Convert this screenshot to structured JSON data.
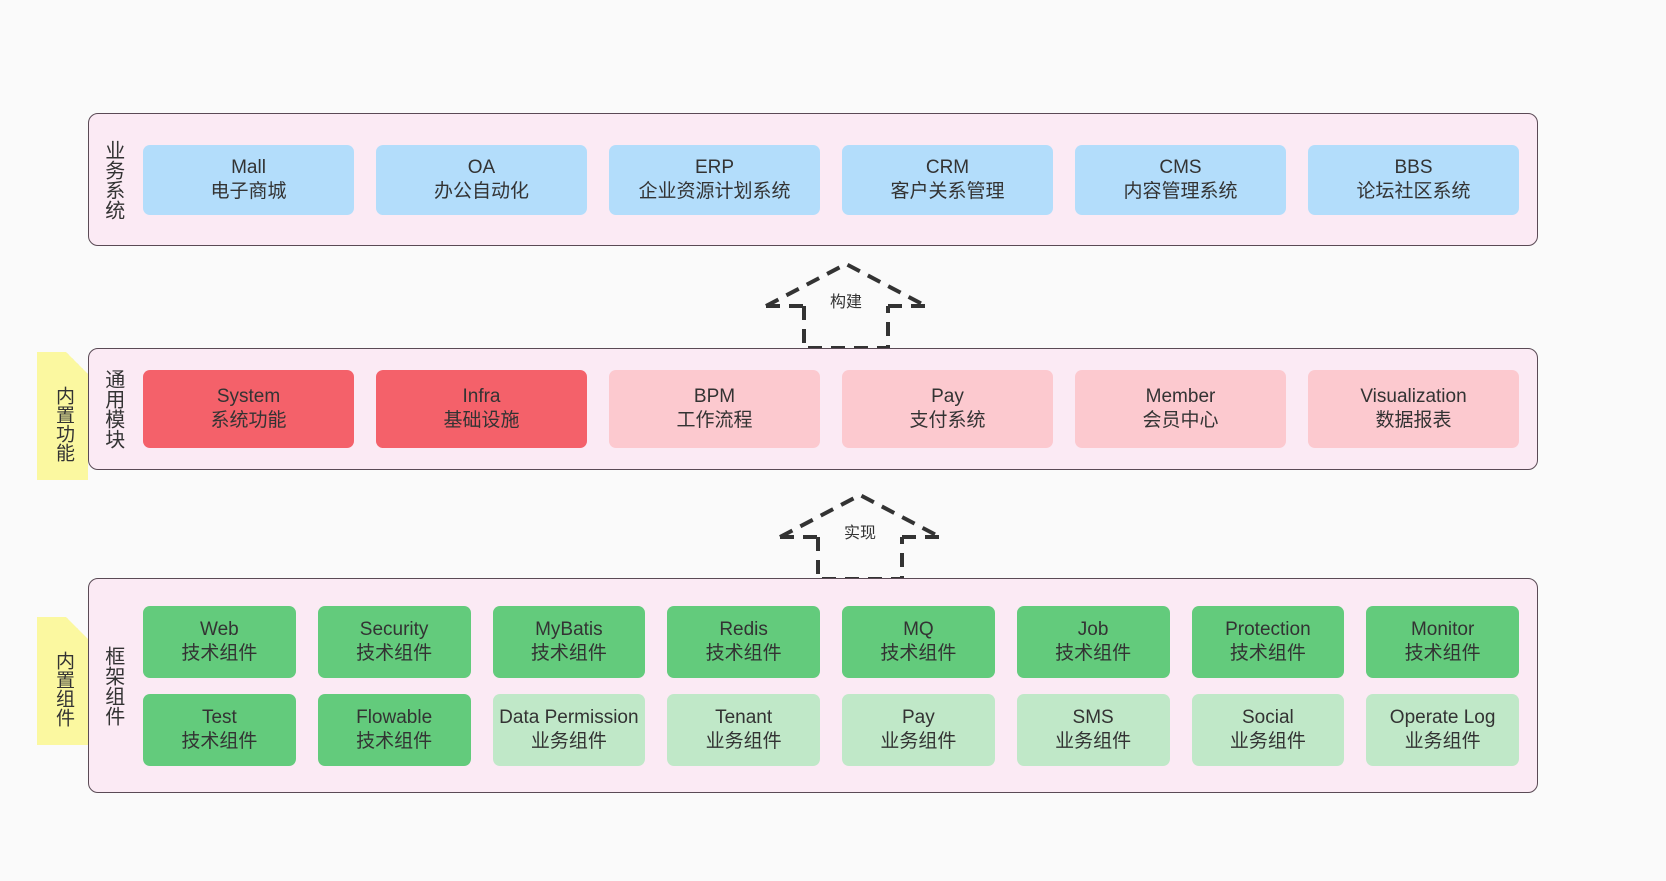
{
  "diagram": {
    "background_color": "#fafafa",
    "layer_fill": "#fbeaf4",
    "layer_border": "#5a4a55",
    "note_fill": "#fbf8a0",
    "colors": {
      "business": "#b3ddfb",
      "module_active": "#f4616a",
      "module_plain": "#fcc9cf",
      "tech_component": "#63cb7c",
      "biz_component": "#c0e8c8"
    }
  },
  "layers": [
    {
      "id": "business",
      "title": "业务系统",
      "rows": [
        {
          "cells": [
            {
              "name": "Mall",
              "desc": "电子商城",
              "style": "c-blue"
            },
            {
              "name": "OA",
              "desc": "办公自动化",
              "style": "c-blue"
            },
            {
              "name": "ERP",
              "desc": "企业资源计划系统",
              "style": "c-blue"
            },
            {
              "name": "CRM",
              "desc": "客户关系管理",
              "style": "c-blue"
            },
            {
              "name": "CMS",
              "desc": "内容管理系统",
              "style": "c-blue"
            },
            {
              "name": "BBS",
              "desc": "论坛社区系统",
              "style": "c-blue"
            }
          ]
        }
      ]
    },
    {
      "id": "modules",
      "title": "通用模块",
      "rows": [
        {
          "cells": [
            {
              "name": "System",
              "desc": "系统功能",
              "style": "c-red"
            },
            {
              "name": "Infra",
              "desc": "基础设施",
              "style": "c-red"
            },
            {
              "name": "BPM",
              "desc": "工作流程",
              "style": "c-pink"
            },
            {
              "name": "Pay",
              "desc": "支付系统",
              "style": "c-pink"
            },
            {
              "name": "Member",
              "desc": "会员中心",
              "style": "c-pink"
            },
            {
              "name": "Visualization",
              "desc": "数据报表",
              "style": "c-pink"
            }
          ]
        }
      ]
    },
    {
      "id": "frame",
      "title": "框架组件",
      "rows": [
        {
          "cells": [
            {
              "name": "Web",
              "desc": "技术组件",
              "style": "c-green"
            },
            {
              "name": "Security",
              "desc": "技术组件",
              "style": "c-green"
            },
            {
              "name": "MyBatis",
              "desc": "技术组件",
              "style": "c-green"
            },
            {
              "name": "Redis",
              "desc": "技术组件",
              "style": "c-green"
            },
            {
              "name": "MQ",
              "desc": "技术组件",
              "style": "c-green"
            },
            {
              "name": "Job",
              "desc": "技术组件",
              "style": "c-green"
            },
            {
              "name": "Protection",
              "desc": "技术组件",
              "style": "c-green"
            },
            {
              "name": "Monitor",
              "desc": "技术组件",
              "style": "c-green"
            }
          ]
        },
        {
          "cells": [
            {
              "name": "Test",
              "desc": "技术组件",
              "style": "c-green"
            },
            {
              "name": "Flowable",
              "desc": "技术组件",
              "style": "c-green"
            },
            {
              "name": "Data Permission",
              "desc": "业务组件",
              "style": "c-green-light"
            },
            {
              "name": "Tenant",
              "desc": "业务组件",
              "style": "c-green-light"
            },
            {
              "name": "Pay",
              "desc": "业务组件",
              "style": "c-green-light"
            },
            {
              "name": "SMS",
              "desc": "业务组件",
              "style": "c-green-light"
            },
            {
              "name": "Social",
              "desc": "业务组件",
              "style": "c-green-light"
            },
            {
              "name": "Operate Log",
              "desc": "业务组件",
              "style": "c-green-light"
            }
          ]
        }
      ]
    }
  ],
  "notes": [
    {
      "id": "note-functions",
      "text": "内置功能"
    },
    {
      "id": "note-components",
      "text": "内置组件"
    }
  ],
  "arrows": [
    {
      "id": "arrow-build",
      "label": "构建"
    },
    {
      "id": "arrow-realize",
      "label": "实现"
    }
  ]
}
